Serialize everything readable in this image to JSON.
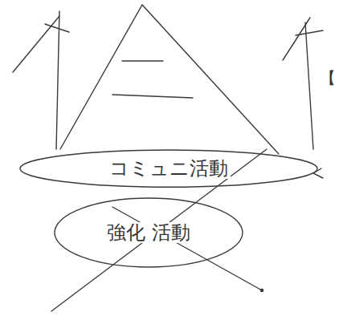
{
  "diagram": {
    "nodes": [
      {
        "text": [
          "コミュニ活動"
        ]
      },
      {
        "text": [
          "強化 活動"
        ]
      }
    ],
    "labels": [
      "【"
    ]
  }
}
